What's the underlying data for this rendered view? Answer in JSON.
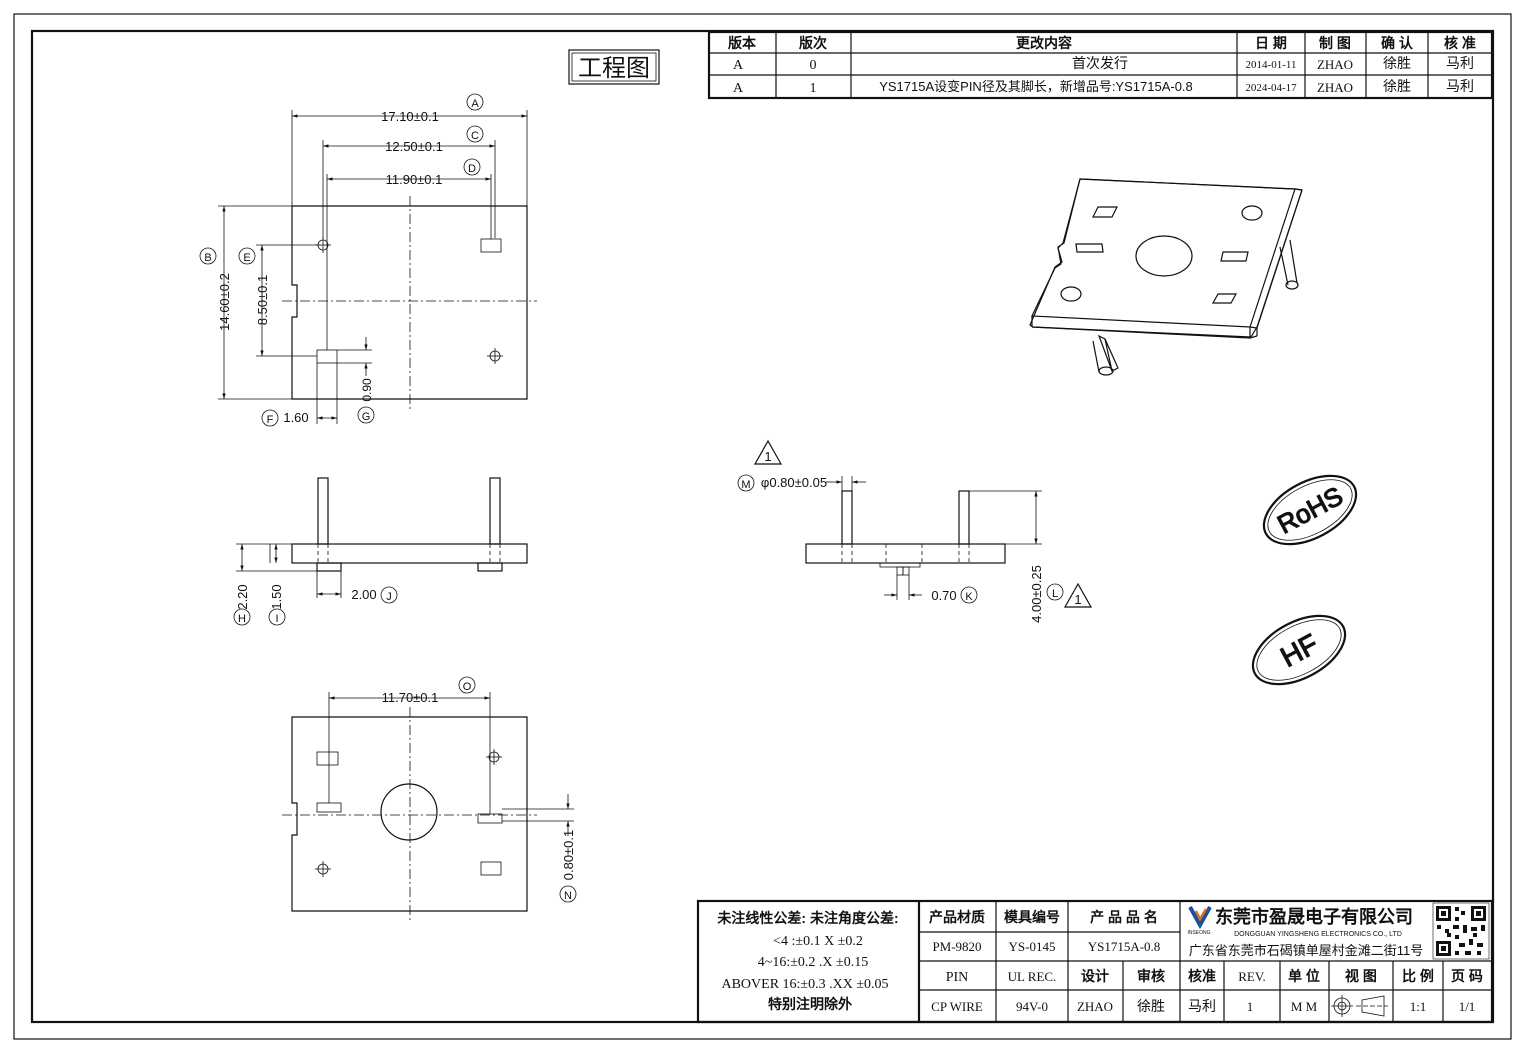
{
  "drawing_title": "工程图",
  "revision_table": {
    "headers": [
      "版本",
      "版次",
      "更改内容",
      "日 期",
      "制 图",
      "确 认",
      "核 准"
    ],
    "rows": [
      [
        "A",
        "0",
        "首次发行",
        "2014-01-11",
        "ZHAO",
        "徐胜",
        "马利"
      ],
      [
        "A",
        "1",
        "YS1715A设变PIN径及其脚长，新增品号:YS1715A-0.8",
        "2024-04-17",
        "ZHAO",
        "徐胜",
        "马利"
      ]
    ]
  },
  "dimensions": {
    "A": "17.10±0.1",
    "C": "12.50±0.1",
    "D": "11.90±0.1",
    "B": "14.60±0.2",
    "E": "8.50±0.1",
    "F": "1.60",
    "G": "0.90",
    "H": "2.20",
    "I": "1.50",
    "J": "2.00",
    "O": "11.70±0.1",
    "N": "0.80±0.1",
    "M": "φ0.80±0.05",
    "K": "0.70",
    "L": "4.00±0.25"
  },
  "balloons": [
    "A",
    "B",
    "C",
    "D",
    "E",
    "F",
    "G",
    "H",
    "I",
    "J",
    "K",
    "L",
    "M",
    "N",
    "O"
  ],
  "revision_mark": "1",
  "stamps": [
    "RoHS",
    "HF"
  ],
  "title_block": {
    "tolerance_title": "未注线性公差:  未注角度公差:",
    "tolerance_lines": [
      "<4 :±0.1  X ±0.2",
      "4~16:±0.2  .X ±0.15",
      "ABOVER 16:±0.3  .XX ±0.05",
      "特别注明除外"
    ],
    "labels": {
      "material": "产品材质",
      "mold_no": "模具编号",
      "product_name": "产 品 品 名",
      "pin": "PIN",
      "ul_rec": "UL REC.",
      "design": "设计",
      "review": "审核",
      "approve": "核准",
      "rev": "REV.",
      "unit": "单 位",
      "view": "视 图",
      "scale": "比 例",
      "page": "页 码"
    },
    "values": {
      "material": "PM-9820",
      "mold_no": "YS-0145",
      "product_name": "YS1715A-0.8",
      "pin": "CP WIRE",
      "ul_rec": "94V-0",
      "design": "ZHAO",
      "review": "徐胜",
      "approve": "马利",
      "rev": "1",
      "unit": "M M",
      "scale": "1:1",
      "page": "1/1"
    },
    "company_cn": "东莞市盈晟电子有限公司",
    "company_en": "DONGGUAN YINGSHENG ELECTRONICS CO., LTD",
    "address": "广东省东莞市石碣镇单屋村金滩二街11号",
    "logo_text": "INSEONG"
  },
  "icons": [
    "qr-code-icon",
    "first-angle-projection-icon",
    "company-logo-icon"
  ]
}
